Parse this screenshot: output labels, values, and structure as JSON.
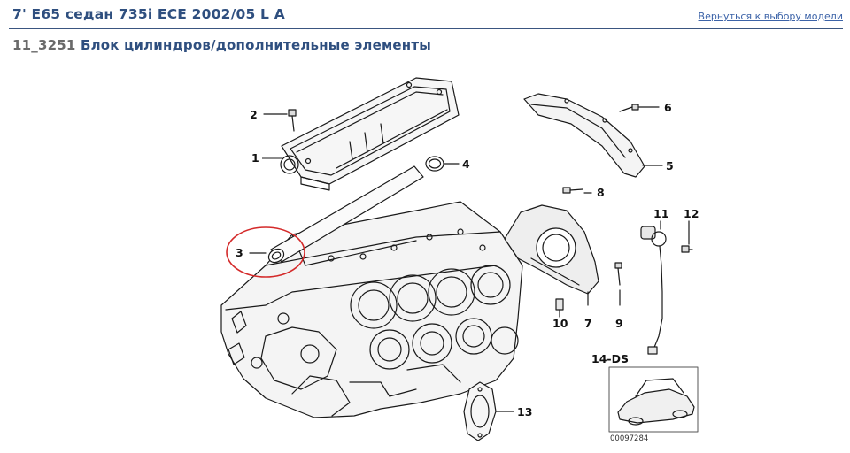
{
  "header": {
    "model_title": "7' E65 седан 735i ECE 2002/05 L A",
    "back_link": "Вернуться к выбору модели"
  },
  "group": {
    "code": "11_3251",
    "name": "Блок цилиндров/дополнительные элементы"
  },
  "diagram": {
    "callouts": [
      "1",
      "2",
      "3",
      "4",
      "5",
      "6",
      "7",
      "8",
      "9",
      "10",
      "11",
      "12",
      "13",
      "14-DS"
    ],
    "highlighted_part": "3",
    "highlight_color": "#d42a2a",
    "reference_number": "00097284"
  }
}
